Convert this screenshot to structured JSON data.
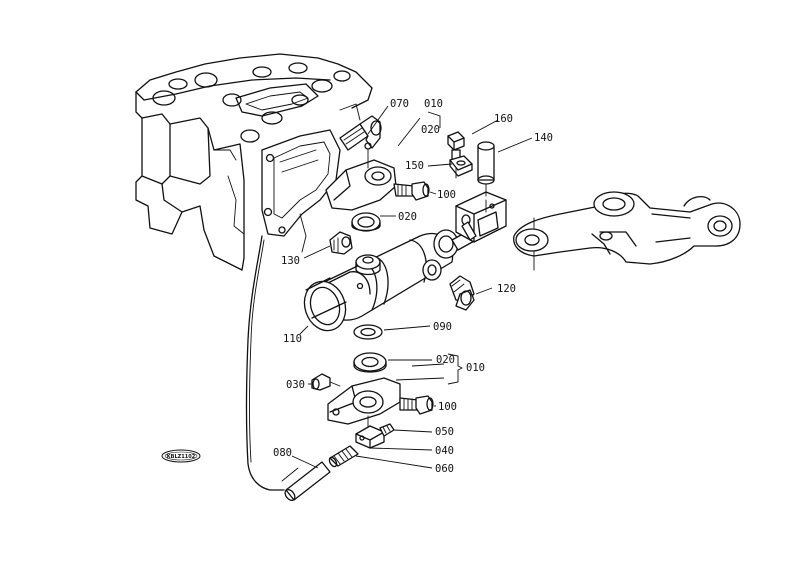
{
  "diagram": {
    "labels": {
      "p010_top": "010",
      "p020_top": "020",
      "p070": "070",
      "p160": "160",
      "p140": "140",
      "p150": "150",
      "p100_top": "100",
      "p020_mid": "020",
      "p130": "130",
      "p120": "120",
      "p110": "110",
      "p090": "090",
      "p020_low": "020",
      "p010_low": "010",
      "p030": "030",
      "p100_low": "100",
      "p050": "050",
      "p040": "040",
      "p060": "060",
      "p080": "080"
    },
    "stamp_text": "KBLZ1102"
  }
}
